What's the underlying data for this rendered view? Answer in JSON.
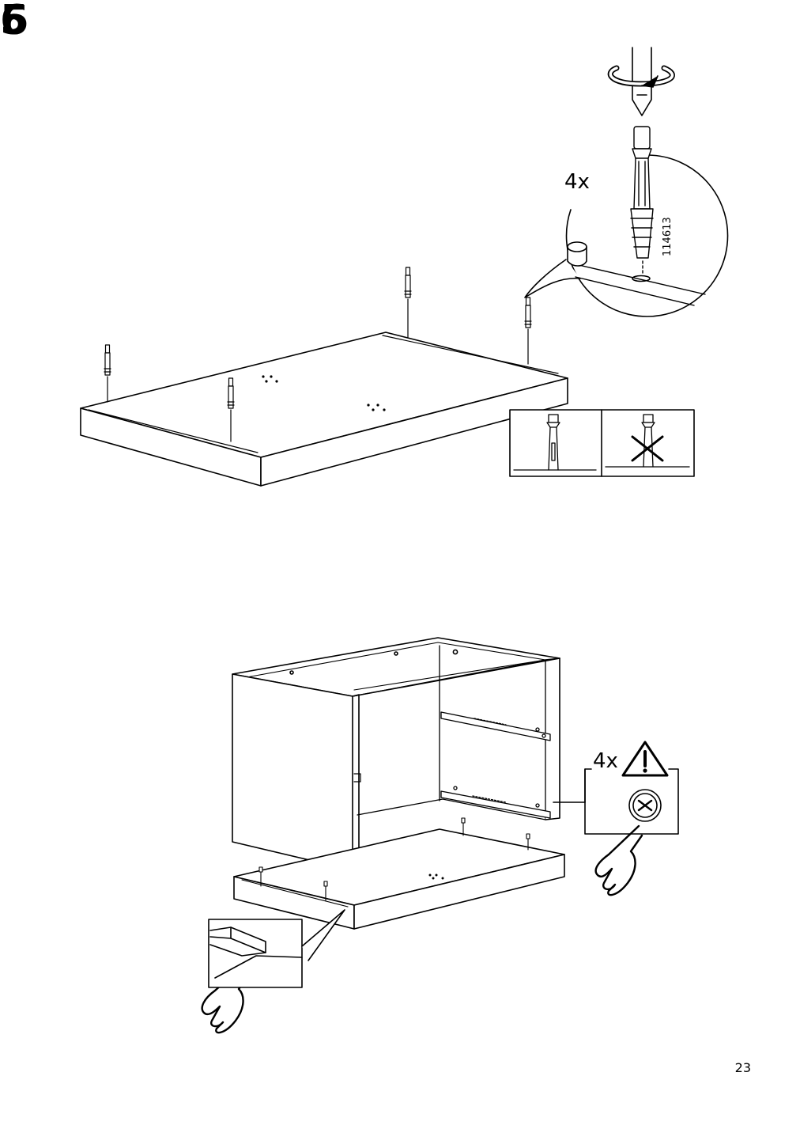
{
  "steps": [
    {
      "number": "5",
      "quantity": "4x",
      "part_number": "114613"
    },
    {
      "number": "6",
      "quantity": "4x"
    }
  ],
  "page_number": "23",
  "icons": {
    "rotation": "rotation-arrow-icon",
    "screwdriver": "screwdriver-icon",
    "warning": "warning-triangle-icon",
    "screw_head": "screw-head-icon",
    "hand": "pressing-hand-icon",
    "wrong": "cross-out-icon"
  }
}
